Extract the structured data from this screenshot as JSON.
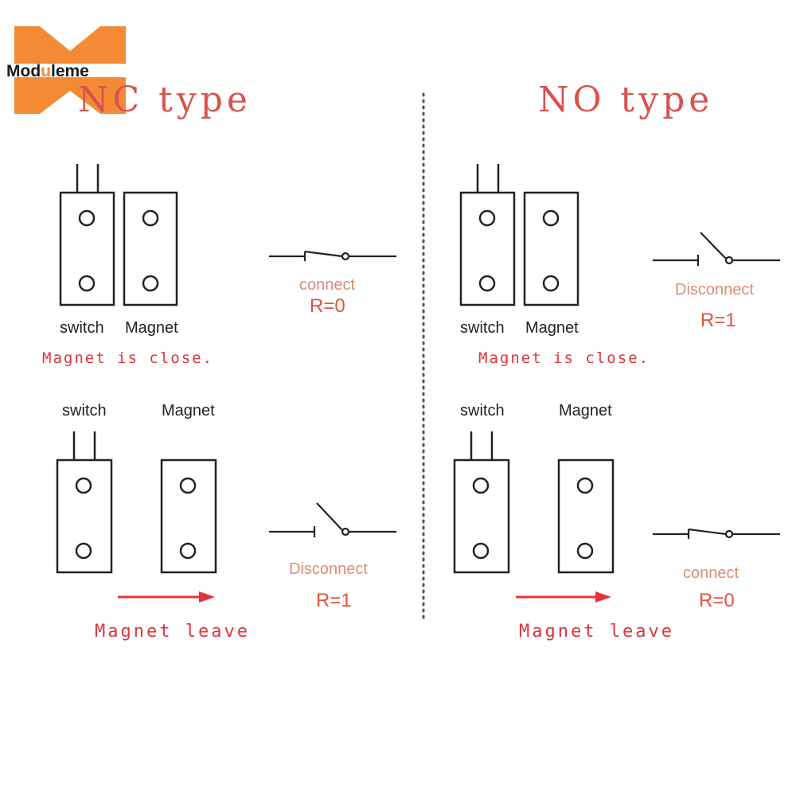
{
  "colors": {
    "logo": "#f58a35",
    "title": "#d8524f",
    "caption": "#e0343b",
    "arrow": "#e8323a",
    "state_text": "#e08a72",
    "resistance": "#e0543a",
    "ink": "#222222"
  },
  "logo": {
    "prefix": "Mod",
    "highlight": "u",
    "suffix": "leme"
  },
  "nc": {
    "title": "NC type",
    "close": {
      "switch_label": "switch",
      "magnet_label": "Magnet",
      "caption": "Magnet is close.",
      "state": "connect",
      "resistance": "R=0"
    },
    "leave": {
      "switch_label": "switch",
      "magnet_label": "Magnet",
      "caption": "Magnet leave",
      "state": "Disconnect",
      "resistance": "R=1"
    }
  },
  "no": {
    "title": "NO type",
    "close": {
      "switch_label": "switch",
      "magnet_label": "Magnet",
      "caption": "Magnet is close.",
      "state": "Disconnect",
      "resistance": "R=1"
    },
    "leave": {
      "switch_label": "switch",
      "magnet_label": "Magnet",
      "caption": "Magnet leave",
      "state": "connect",
      "resistance": "R=0"
    }
  }
}
